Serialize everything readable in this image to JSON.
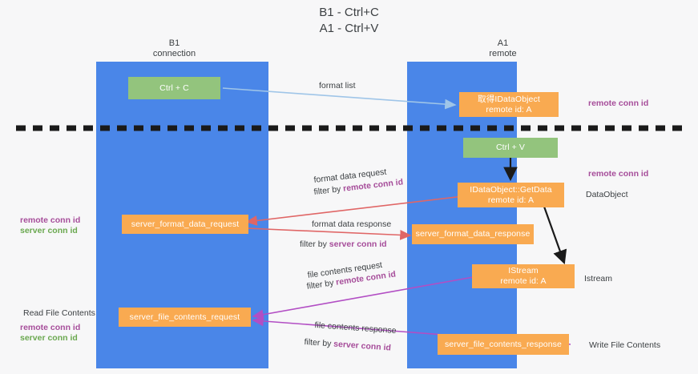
{
  "title": {
    "line1": "B1 - Ctrl+C",
    "line2": "A1 - Ctrl+V"
  },
  "columns": [
    {
      "name": "B1",
      "role": "connection"
    },
    {
      "name": "A1",
      "role": "remote"
    }
  ],
  "colors": {
    "lane": "#4a86e8",
    "green_box": "#93c47d",
    "orange_box": "#f9aa51",
    "arrow_blue": "#9fc5e8",
    "arrow_red": "#e06666",
    "arrow_purple": "#b24ec4",
    "arrow_black": "#1a1a1a",
    "text_purple": "#a64d9a",
    "text_green": "#6aa84f",
    "text_gray": "#3c4043",
    "background": "#f7f7f8"
  },
  "boxes": {
    "ctrl_c": {
      "line1": "Ctrl + C"
    },
    "get_idataobject": {
      "line1": "取得IDataObject",
      "line2": "remote id: A"
    },
    "ctrl_v": {
      "line1": "Ctrl + V"
    },
    "idataobject_getdata": {
      "line1": "IDataObject::GetData",
      "line2": "remote id: A"
    },
    "server_format_data_request": {
      "line1": "server_format_data_request"
    },
    "server_format_data_response": {
      "line1": "server_format_data_response"
    },
    "istream": {
      "line1": "IStream",
      "line2": "remote id: A"
    },
    "server_file_contents_request": {
      "line1": "server_file_contents_request"
    },
    "server_file_contents_response": {
      "line1": "server_file_contents_response"
    }
  },
  "arrow_labels": {
    "format_list": "format list",
    "format_data_request": "format data request",
    "format_data_request_filter_prefix": "filter by ",
    "format_data_request_filter_key": "remote conn id",
    "format_data_response": "format data response",
    "format_data_response_filter_prefix": "filter by ",
    "format_data_response_filter_key": "server conn id",
    "file_contents_request": "file contents request",
    "file_contents_request_filter_prefix": "filter by ",
    "file_contents_request_filter_key": "remote conn id",
    "file_contents_response": "file contents response",
    "file_contents_response_filter_prefix": "filter by ",
    "file_contents_response_filter_key": "server conn id"
  },
  "side_labels": {
    "right_top_remote_conn_id": "remote conn id",
    "right_mid_remote_conn_id": "remote conn id",
    "right_dataobject": "DataObject",
    "right_istream": "Istream",
    "right_write_file_contents": "Write File Contents",
    "left_mid_remote_conn_id": "remote conn id",
    "left_mid_server_conn_id": "server conn id",
    "left_read_file_contents": "Read File Contents",
    "left_bottom_remote_conn_id": "remote conn id",
    "left_bottom_server_conn_id": "server conn id"
  }
}
